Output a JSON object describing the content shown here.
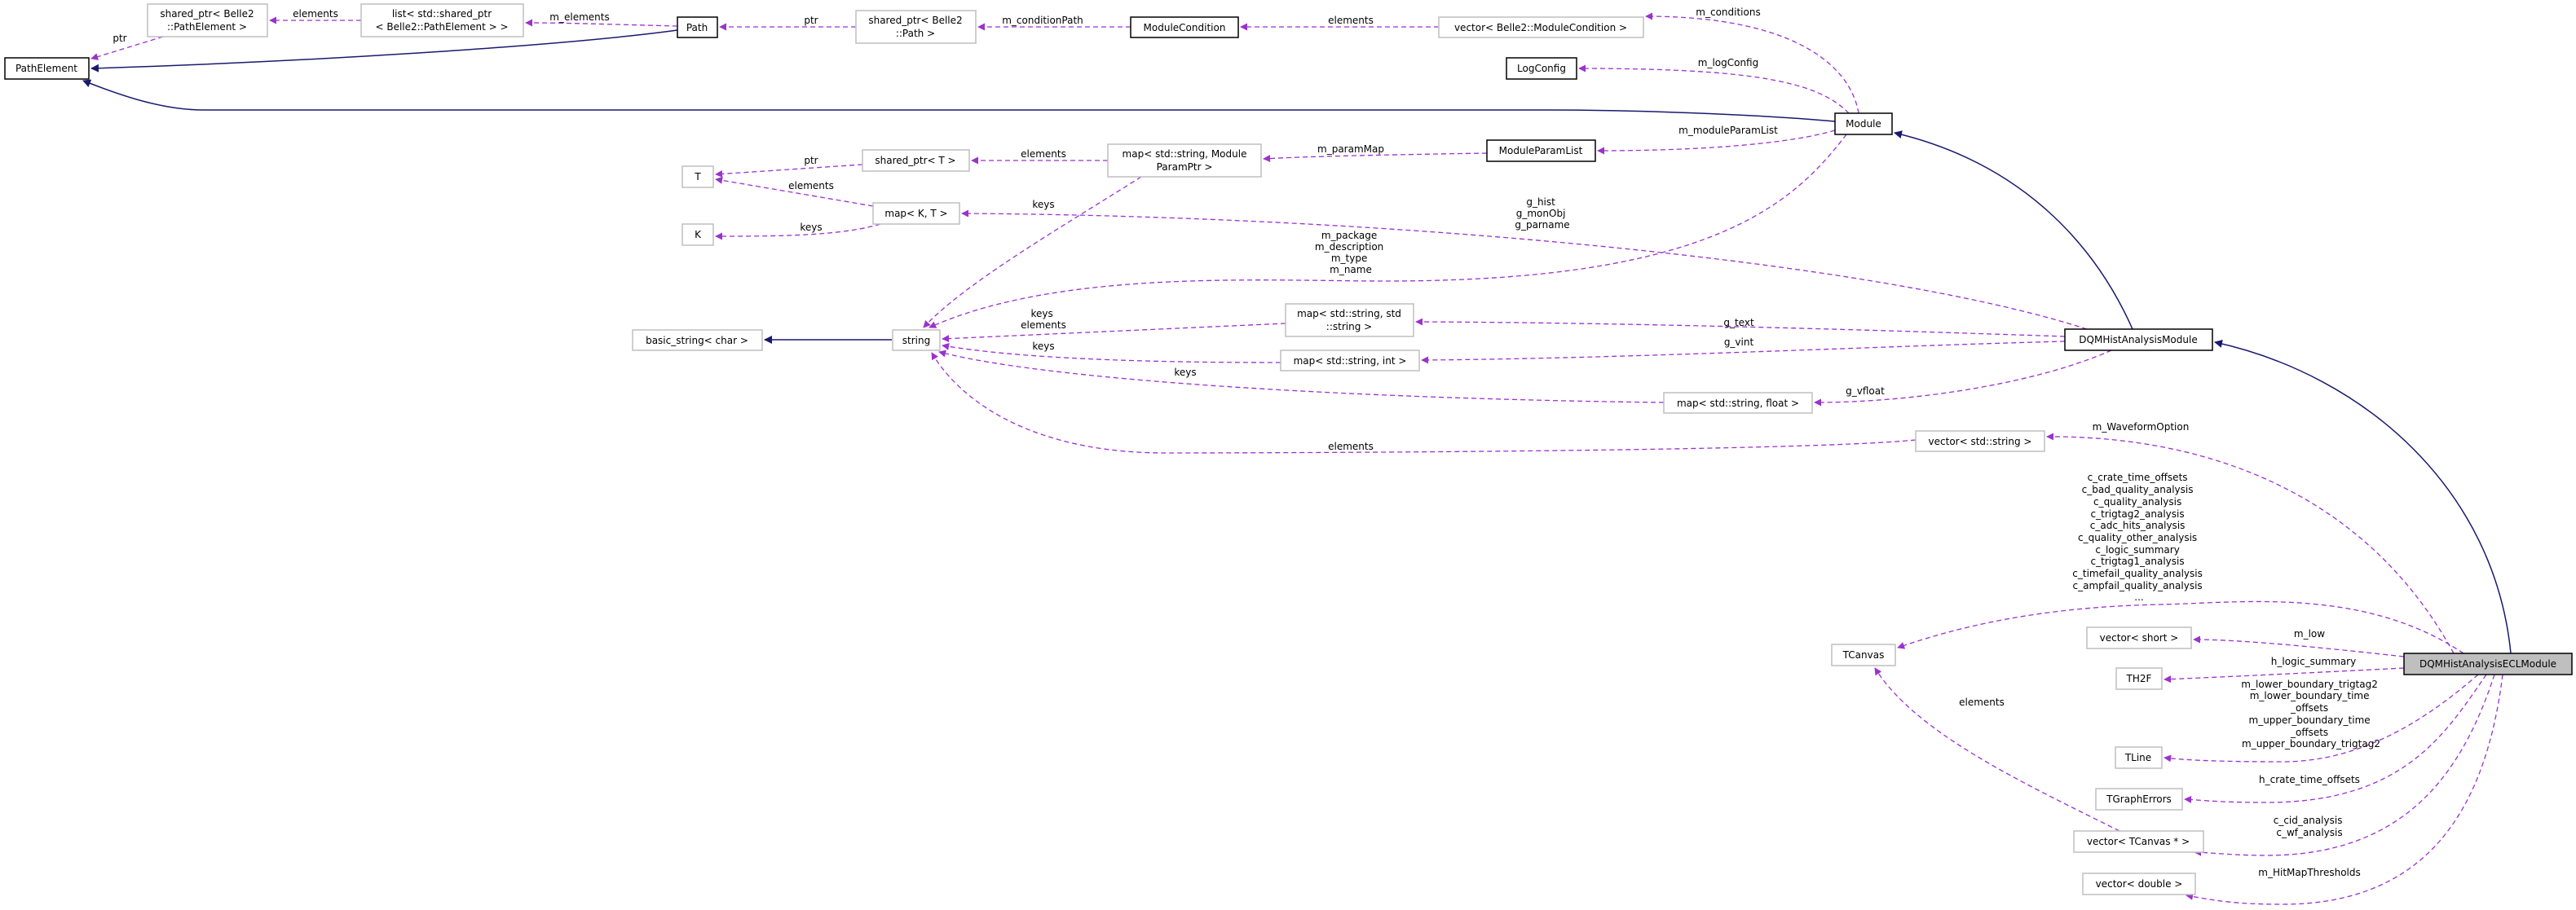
{
  "colors": {
    "usage_edge": "#9a32cd",
    "inheritance_edge": "#191970",
    "focus_fill": "#bfbfbf"
  },
  "nodes": {
    "path_element": "PathElement",
    "shared_ptr_pe": [
      "shared_ptr< Belle2",
      "::PathElement >"
    ],
    "list_shared_ptr": [
      "list< std::shared_ptr",
      "< Belle2::PathElement > >"
    ],
    "path": "Path",
    "shared_ptr_path": [
      "shared_ptr< Belle2",
      "::Path >"
    ],
    "module_condition": "ModuleCondition",
    "vector_module_condition": "vector< Belle2::ModuleCondition >",
    "log_config": "LogConfig",
    "module": "Module",
    "t": "T",
    "k": "K",
    "shared_ptr_t": "shared_ptr< T >",
    "map_module_param": [
      "map< std::string, Module",
      "ParamPtr >"
    ],
    "module_param_list": "ModuleParamList",
    "map_k_t": "map< K, T >",
    "basic_string": "basic_string< char >",
    "string": "string",
    "map_string_string": [
      "map< std::string, std",
      "::string >"
    ],
    "map_string_int": "map< std::string, int >",
    "map_string_float": "map< std::string, float >",
    "vector_string": "vector< std::string >",
    "dqm_hist_analysis_module": "DQMHistAnalysisModule",
    "tcanvas": "TCanvas",
    "vector_short": "vector< short >",
    "th2f": "TH2F",
    "dqm_ecl_module": "DQMHistAnalysisECLModule",
    "tline": "TLine",
    "tgrapherrors": "TGraphErrors",
    "vector_tcanvas": "vector< TCanvas * >",
    "vector_double": "vector< double >"
  },
  "edge_labels": {
    "ptr_pe": "ptr",
    "elements_list": "elements",
    "m_elements": "m_elements",
    "ptr_path": "ptr",
    "m_conditionPath": "m_conditionPath",
    "elements_mc": "elements",
    "m_conditions": "m_conditions",
    "m_logConfig": "m_logConfig",
    "m_moduleParamList": "m_moduleParamList",
    "m_paramMap": "m_paramMap",
    "elements_sp_t": "elements",
    "ptr_t": "ptr",
    "elements_t": "elements",
    "keys_k": "keys",
    "keys_mapkt": "keys",
    "g_group": [
      "g_hist",
      "g_monObj",
      "g_parname"
    ],
    "module_strings": [
      "m_package",
      "m_description",
      "m_type",
      "m_name"
    ],
    "keys_elements": [
      "keys",
      "elements"
    ],
    "keys_int": "keys",
    "keys_float": "keys",
    "elements_vstring": "elements",
    "g_text": "g_text",
    "g_vint": "g_vint",
    "g_vfloat": "g_vfloat",
    "m_WaveformOption": "m_WaveformOption",
    "canvases": [
      "c_crate_time_offsets",
      "c_bad_quality_analysis",
      "c_quality_analysis",
      "c_trigtag2_analysis",
      "c_adc_hits_analysis",
      "c_quality_other_analysis",
      "c_logic_summary",
      "c_trigtag1_analysis",
      "c_timefail_quality_analysis",
      "c_ampfail_quality_analysis",
      "..."
    ],
    "m_low": "m_low",
    "h_logic_summary": "h_logic_summary",
    "boundaries": [
      "m_lower_boundary_trigtag2",
      "m_lower_boundary_time",
      "_offsets",
      "m_upper_boundary_time",
      "_offsets",
      "m_upper_boundary_trigtag2"
    ],
    "h_crate_time_offsets": "h_crate_time_offsets",
    "c_wf": [
      "c_cid_analysis",
      "c_wf_analysis"
    ],
    "m_HitMapThresholds": "m_HitMapThresholds",
    "elements_tcanvas": "elements"
  }
}
